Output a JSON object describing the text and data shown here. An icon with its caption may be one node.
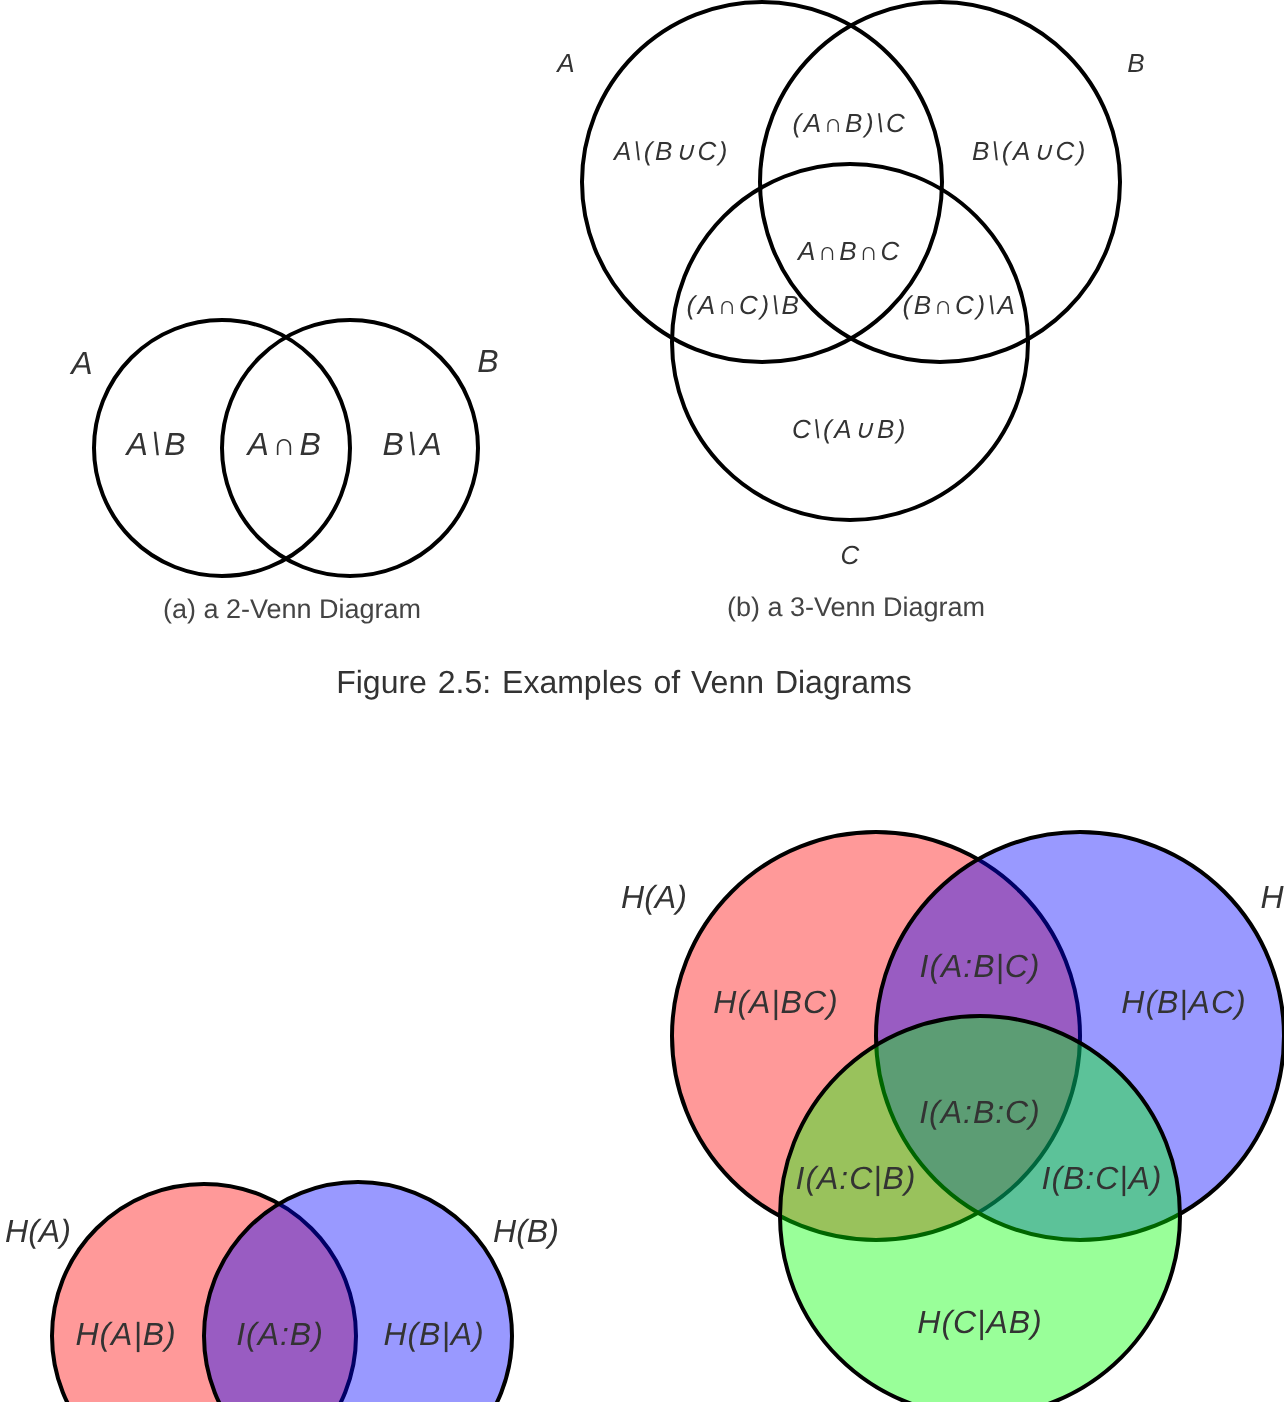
{
  "diagram": {
    "caption": "Figure 2.5: Examples of Venn Diagrams",
    "nodes": [
      {
        "text": [
          "A"
        ]
      },
      {
        "text": [
          "B"
        ]
      },
      {
        "text": [
          "A"
        ]
      },
      {
        "text": [
          "B"
        ]
      },
      {
        "text": [
          "C"
        ]
      },
      {
        "text": [
          "H(A)"
        ]
      },
      {
        "text": [
          "H(B)"
        ]
      },
      {
        "text": [
          "H(A)"
        ]
      },
      {
        "text": [
          "H"
        ]
      },
      {
        "text": [],
        "shape": "circle"
      }
    ],
    "labels": [
      "A\\B",
      "A∩B",
      "B\\A",
      "(a) a 2-Venn Diagram",
      "A\\(B∪C)",
      "(A∩B)\\C",
      "B\\(A∪C)",
      "A∩B∩C",
      "(A∩C)\\B",
      "(B∩C)\\A",
      "C\\(A∪B)",
      "(b) a 3-Venn Diagram",
      "H(A|B)",
      "I(A:B)",
      "H(B|A)",
      "H(A|BC)",
      "I(A:B|C)",
      "H(B|AC)",
      "I(A:B:C)",
      "I(A:C|B)",
      "I(B:C|A)",
      "H(C|AB)"
    ]
  }
}
